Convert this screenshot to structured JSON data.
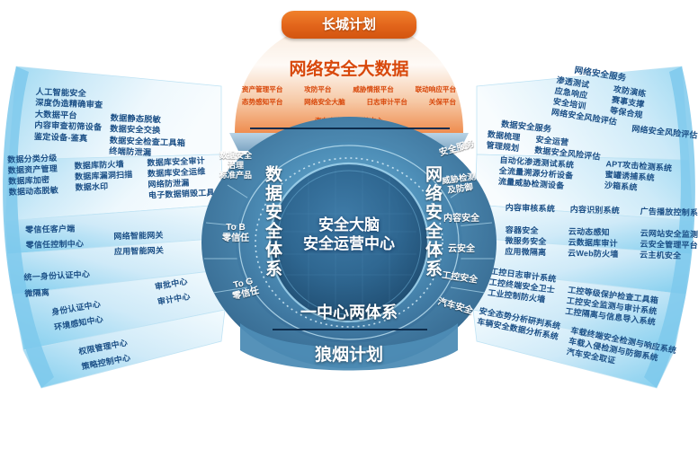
{
  "title_banner": {
    "label": "长城计划"
  },
  "bigdata": {
    "title": "网络安全大数据",
    "platforms_row1": [
      "资产管理平台",
      "攻防平台",
      "威胁情报平台",
      "联动响应平台"
    ],
    "platforms_row2": [
      "态势感知平台",
      "网络安全大脑",
      "日志审计平台",
      "关保平台"
    ],
    "platforms_row3": [
      "汽车安全管理运营中心"
    ]
  },
  "center": {
    "core_line1": "安全大脑",
    "core_line2": "安全运营中心",
    "left_arc": "数据安全体系",
    "right_arc": "网络安全体系",
    "bottom_banner": "一中心两体系",
    "bottom_plan": "狼烟计划",
    "left_segments": [
      {
        "label": "数据安全\n治理\n标准产品"
      },
      {
        "label": "To B\n零信任"
      },
      {
        "label": "To G\n零信任"
      }
    ],
    "right_segments": [
      {
        "label": "安全服务"
      },
      {
        "label": "威胁检测\n及防御"
      },
      {
        "label": "内容安全"
      },
      {
        "label": "云安全"
      },
      {
        "label": "工控安全"
      },
      {
        "label": "汽车安全"
      }
    ]
  },
  "left_wing": {
    "rows": [
      {
        "columns": [
          {
            "items": [
              "人工智能安全",
              "深度伪造精确审查",
              "大数据平台",
              "内容审查初筛设备",
              "鉴定设备-鉴真"
            ]
          },
          {
            "items": [
              "数据静态脱敏",
              "数据安全交换",
              "数据安全检查工具箱",
              "终端防泄漏"
            ]
          }
        ]
      },
      {
        "columns": [
          {
            "items": [
              "数据分类分级",
              "数据资产管理",
              "数据库加密",
              "数据动态脱敏"
            ]
          },
          {
            "items": [
              "数据库防火墙",
              "数据库漏洞扫描",
              "数据水印"
            ]
          },
          {
            "items": [
              "数据库安全审计",
              "数据库安全运维",
              "网络防泄漏",
              "电子数据销毁工具"
            ]
          }
        ]
      },
      {
        "columns": [
          {
            "items": [
              "零信任客户端",
              "零信任控制中心"
            ]
          },
          {
            "items": [
              "网络智能网关",
              "应用智能网关"
            ]
          }
        ]
      },
      {
        "columns": [
          {
            "items": [
              "统一身份认证中心",
              "微隔离"
            ]
          }
        ]
      },
      {
        "columns": [
          {
            "items": [
              "身份认证中心",
              "环境感知中心"
            ]
          },
          {
            "items": [
              "审批中心",
              "审计中心"
            ]
          }
        ]
      },
      {
        "columns": [
          {
            "items": [
              "权限管理中心",
              "策略控制中心"
            ]
          }
        ]
      }
    ]
  },
  "right_wing": {
    "rows": [
      {
        "heading": "网络安全服务",
        "columns": [
          {
            "items": [
              "渗透测试",
              "应急响应",
              "安全培训",
              "网络安全风险评估"
            ]
          },
          {
            "items": [
              "攻防演练",
              "赛事支撑",
              "等保合规"
            ]
          }
        ]
      },
      {
        "heading": "数据安全服务",
        "columns": [
          {
            "items": [
              "数据梳理",
              "管理规划"
            ]
          },
          {
            "items": [
              "安全运营",
              "数据安全风险评估"
            ]
          },
          {
            "items": [
              "网络安全风险评估"
            ]
          }
        ]
      },
      {
        "columns": [
          {
            "items": [
              "自动化渗透测试系统",
              "全流量溯源分析设备",
              "流量威胁检测设备"
            ]
          },
          {
            "items": [
              "APT攻击检测系统",
              "蜜罐诱捕系统",
              "沙箱系统"
            ]
          }
        ]
      },
      {
        "columns": [
          {
            "items": [
              "内容审核系统"
            ]
          },
          {
            "items": [
              "内容识别系统"
            ]
          },
          {
            "items": [
              "广告播放控制系统"
            ]
          }
        ]
      },
      {
        "columns": [
          {
            "items": [
              "容器安全",
              "微服务安全",
              "应用微隔离"
            ]
          },
          {
            "items": [
              "云动态感知",
              "云数据库审计",
              "云Web防火墙"
            ]
          },
          {
            "items": [
              "云网站安全监测",
              "云安全管理平台",
              "云主机安全"
            ]
          }
        ]
      },
      {
        "columns": [
          {
            "items": [
              "工控日志审计系统",
              "工控终端安全卫士",
              "工业控制防火墙"
            ]
          },
          {
            "items": [
              "工控等级保护检查工具箱",
              "工控安全监测与审计系统",
              "工控隔离与信息导入系统"
            ]
          }
        ]
      },
      {
        "columns": [
          {
            "items": [
              "安全态势分析研判系统",
              "车辆安全数据分析系统"
            ]
          },
          {
            "items": [
              "车载终端安全检测与响应系统",
              "车载入侵检测与防御系统",
              "汽车安全取证"
            ]
          }
        ]
      }
    ]
  },
  "colors": {
    "orange_banner": "#e2641a",
    "orange_text": "#d8480b",
    "panel_blue": "#8ed2ef",
    "wheel_blue": "#3e7fab",
    "deep_blue": "#1b4f86"
  }
}
